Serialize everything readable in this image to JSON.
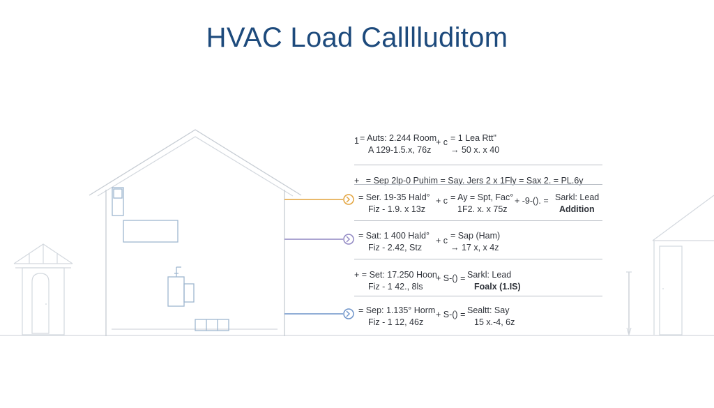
{
  "title": "HVAC Load Calllluditom",
  "colors": {
    "title": "#1d4a7c",
    "orange": "#e2a23a",
    "purple": "#8f86c2",
    "blue": "#6d93c9"
  },
  "blocks": [
    {
      "id": "b0",
      "lead": "1",
      "line1": "= Auts: 2.244 Room",
      "line2": "A 129-1.5.x, 76z",
      "op": "+ c",
      "r1": "= 1 Lea Rtt\"",
      "r2": "→ 50 x. x 40"
    },
    {
      "id": "b1",
      "lead": "+",
      "line": "= Sep 2lp-0 Puhim = Say. Jers 2 x 1Fly = Sax 2. = PL.6y"
    },
    {
      "id": "b2",
      "lead": "=",
      "line1": "Ser. 19-35 Hald°",
      "line2": "Fiz - 1.9. x 13z",
      "op": "+ c",
      "r1": "= Ay = Spt, Fac°",
      "r2": "1F2. x. x 75z",
      "op2": "+ -9-(). =",
      "s1": "Sarkl: Lead",
      "s2": "Addition"
    },
    {
      "id": "b3",
      "lead": "=",
      "line1": "Sat: 1 400 Hald°",
      "line2": "Fiz - 2.42, Stz",
      "op": "+ c",
      "r1": "= Sap (Ham)",
      "r2": "→ 17 x, x 4z"
    },
    {
      "id": "b4",
      "lead": "+",
      "line1": "= Set: 17.250 Hoon",
      "line2": "Fiz - 1 42., 8ls",
      "op": "+ S-() =",
      "r1": "Sarkl: Lead",
      "r2": "Foalx (1.IS)"
    },
    {
      "id": "b5",
      "lead": "=",
      "line1": "Sep: 1.135° Horm",
      "line2": "Fiz - 1 12, 46z",
      "op": "+ S-() =",
      "r1": "Sealtt: Say",
      "r2": "15 x.-4, 6z"
    }
  ]
}
